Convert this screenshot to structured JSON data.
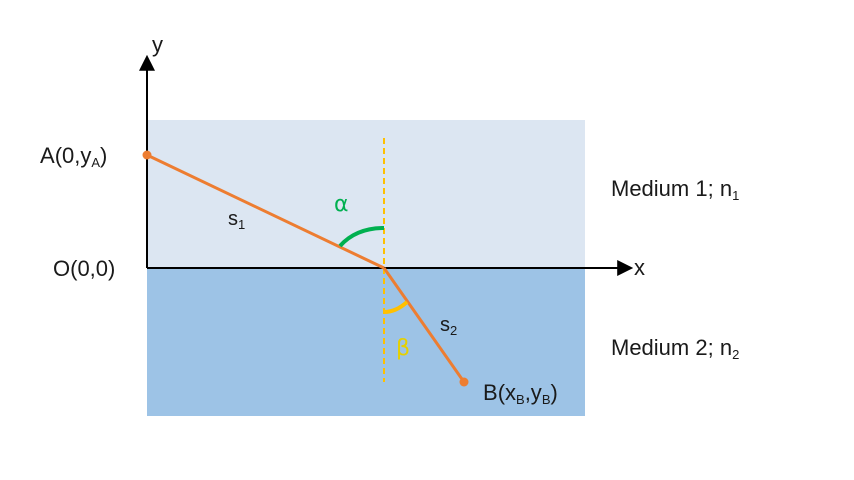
{
  "colors": {
    "medium1": "#dce6f2",
    "medium2": "#9dc3e6",
    "ray": "#ed7d31",
    "normal_line": "#ffc000",
    "alpha_arc": "#00b050",
    "alpha_symbol": "#00b050",
    "beta_arc": "#ffc000",
    "beta_symbol": "#e6d000",
    "axes": "#000000",
    "text": "#1a1a1a"
  },
  "axes": {
    "x_label": "x",
    "y_label": "y"
  },
  "points": {
    "A": {
      "name": "A",
      "coords_open": "(0,y",
      "sub": "A",
      "coords_close": ")"
    },
    "O": {
      "label": "O(0,0)"
    },
    "B": {
      "name": "B",
      "coords_open": "(x",
      "sub_x": "B",
      "comma": ",y",
      "sub_y": "B",
      "coords_close": ")"
    }
  },
  "segments": {
    "s1": {
      "letter": "s",
      "sub": "1"
    },
    "s2": {
      "letter": "s",
      "sub": "2"
    }
  },
  "angles": {
    "alpha": "α",
    "beta": "β"
  },
  "media": {
    "medium1": {
      "text": "Medium 1; n",
      "sub": "1"
    },
    "medium2": {
      "text": "Medium 2; n",
      "sub": "2"
    }
  }
}
